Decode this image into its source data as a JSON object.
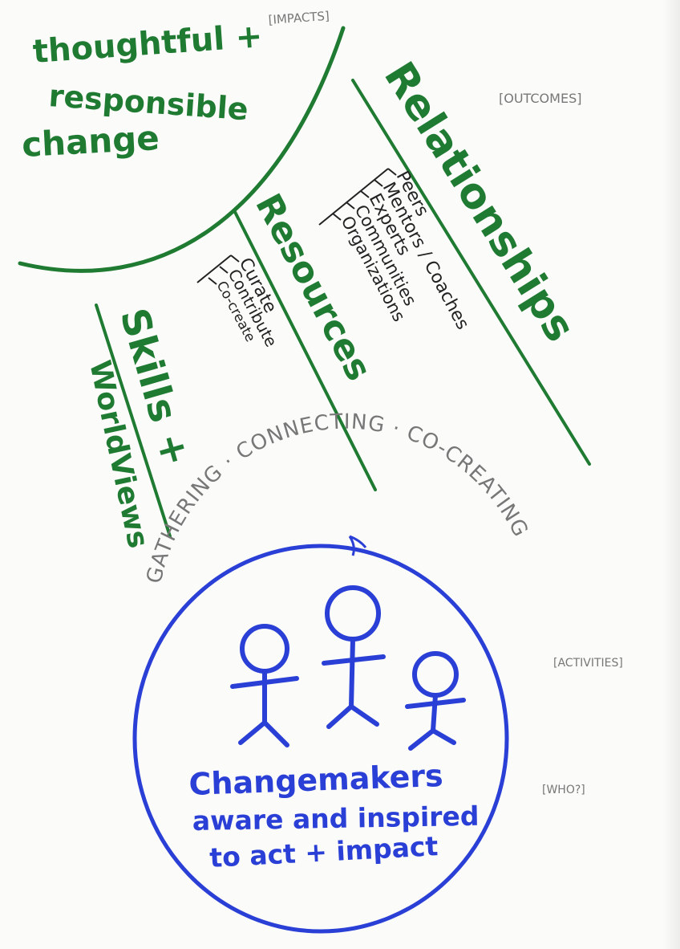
{
  "labels": {
    "impacts": "[IMPACTS]",
    "outcomes": "[OUTCOMES]",
    "activities": "[ACTIVITIES]",
    "who": "[WHO?]"
  },
  "impact_text": {
    "line1": "thoughtful +",
    "line2": "responsible",
    "line3": "change"
  },
  "relationships": {
    "title": "Relationships",
    "items": [
      "Peers",
      "Mentors / Coaches",
      "Experts",
      "Communities",
      "Organizations"
    ]
  },
  "resources": {
    "title": "Resources",
    "items": [
      "Curate",
      "Contribute",
      "Co-create"
    ]
  },
  "skills": {
    "line1": "Skills +",
    "line2": "WorldViews"
  },
  "activities_arc": "GATHERING · CONNECTING · CO-CREATING",
  "who_text": {
    "line1": "Changemakers",
    "line2": "aware and inspired",
    "line3": "to act + impact"
  },
  "colors": {
    "green": "#1f7a32",
    "blue": "#2a3fd6",
    "ink": "#222222",
    "pencil": "#777777"
  }
}
